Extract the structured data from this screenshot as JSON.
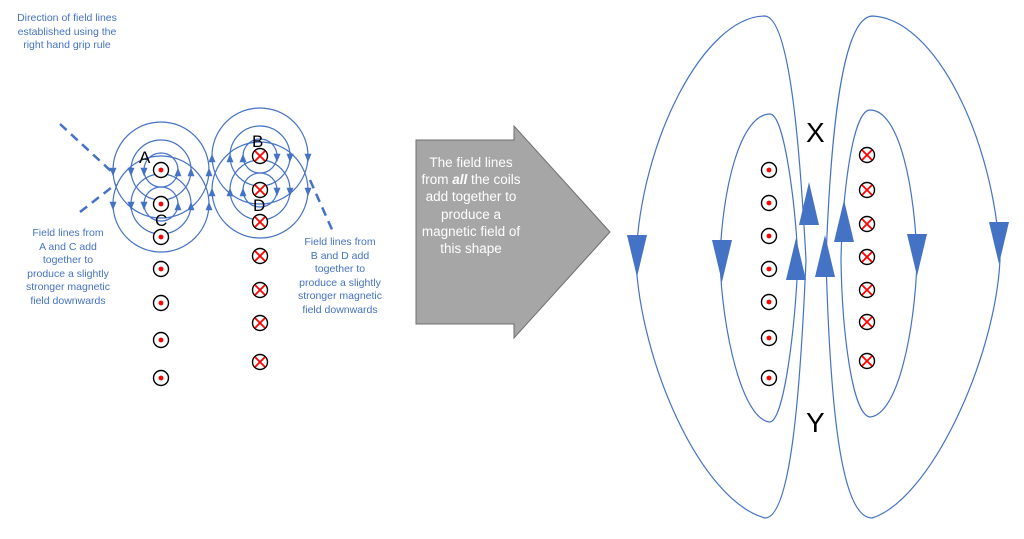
{
  "left_diagram": {
    "annotations": {
      "direction_note": "Direction of field lines\nestablished using the\nright hand grip rule",
      "ac_note": "Field lines from\nA and C add\ntogether to\nproduce a slightly\nstronger magnetic\nfield downwards",
      "bd_note": "Field lines from\nB and D add\ntogether to\nproduce a slightly\nstronger magnetic\nfield downwards"
    },
    "labels": {
      "a": "A",
      "b": "B",
      "c": "C",
      "d": "D"
    },
    "out_of_page_count": 7,
    "into_page_count": 7
  },
  "center_arrow": {
    "text_before": "The field lines from ",
    "text_emphasis": "all",
    "text_after": " the coils add together to produce a magnetic field of this shape",
    "fill_color": "#a6a6a6"
  },
  "right_diagram": {
    "labels": {
      "x": "X",
      "y": "Y"
    },
    "out_of_page_count": 7,
    "into_page_count": 7
  },
  "colors": {
    "field_line": "#4472c4",
    "annotation_text": "#4472c4",
    "current_marker": "#ff0000",
    "conductor_outline": "#000000"
  }
}
